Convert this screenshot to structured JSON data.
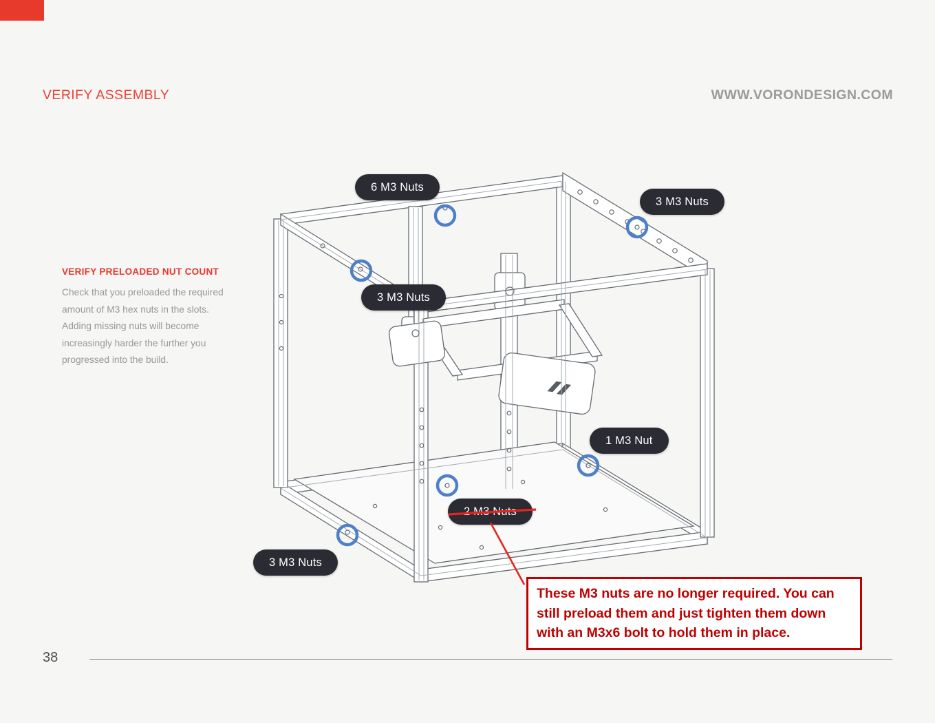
{
  "header": {
    "title": "VERIFY ASSEMBLY",
    "site": "WWW.VORONDESIGN.COM"
  },
  "note": {
    "heading": "VERIFY PRELOADED NUT COUNT",
    "para1": "Check that you preloaded the required amount of M3 hex nuts in the slots.",
    "para2": "Adding missing nuts will become increasingly harder the further you progressed into the build."
  },
  "labels": {
    "top": "6 M3 Nuts",
    "top_right": "3 M3 Nuts",
    "mid_left": "3 M3 Nuts",
    "right": "1 M3 Nut",
    "struck": "2 M3 Nuts",
    "bottom_left": "3 M3 Nuts"
  },
  "warning": {
    "text": "These M3 nuts are no longer required.  You can still preload them and just tighten them down with an M3x6 bolt to hold them in place."
  },
  "footer": {
    "page_number": "38"
  },
  "colors": {
    "accent_red": "#ee4035",
    "warning_red": "#c00000",
    "pill_bg": "#2b2b33",
    "highlight_blue": "#4d80c8",
    "annotation_red": "#e8231f"
  }
}
